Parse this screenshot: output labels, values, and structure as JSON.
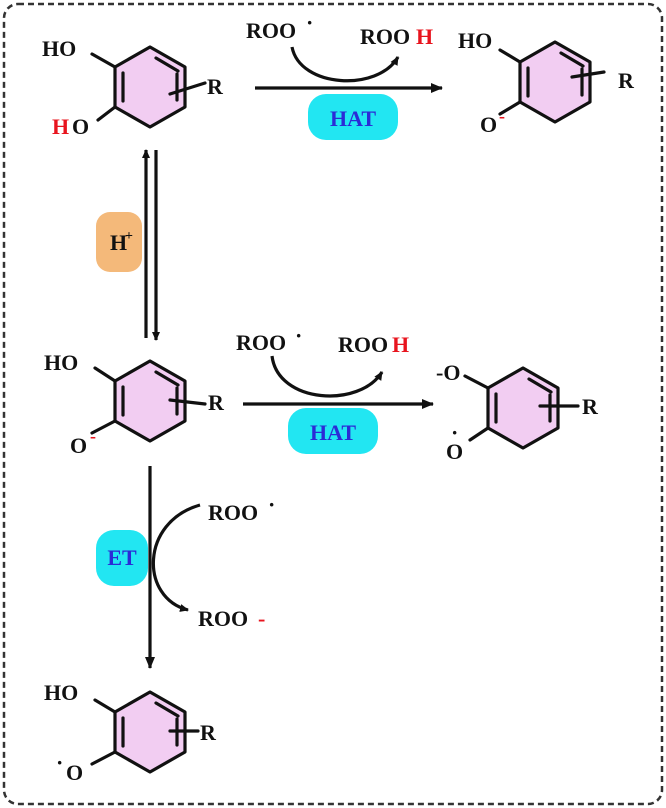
{
  "colors": {
    "ring_fill": "#f2cdf2",
    "hat_badge": "#22e6f2",
    "et_badge": "#22e6f2",
    "proton_badge": "#f4b97a",
    "badge_text": "#2b2bd6",
    "highlight_red": "#e8141e",
    "border": "#333333"
  },
  "labels": {
    "ho": "HO",
    "h_red": "H",
    "o": "O",
    "minus": "-",
    "r": "R",
    "roo": "ROO",
    "rooh_prefix": "ROO",
    "rooh_h": "H",
    "roo_anion_prefix": "ROO",
    "minus_red": "-",
    "o_dot_label": "O",
    "minus_o": "-O"
  },
  "badges": {
    "hat": "HAT",
    "et": "ET",
    "proton": "H",
    "proton_sup": "+"
  }
}
